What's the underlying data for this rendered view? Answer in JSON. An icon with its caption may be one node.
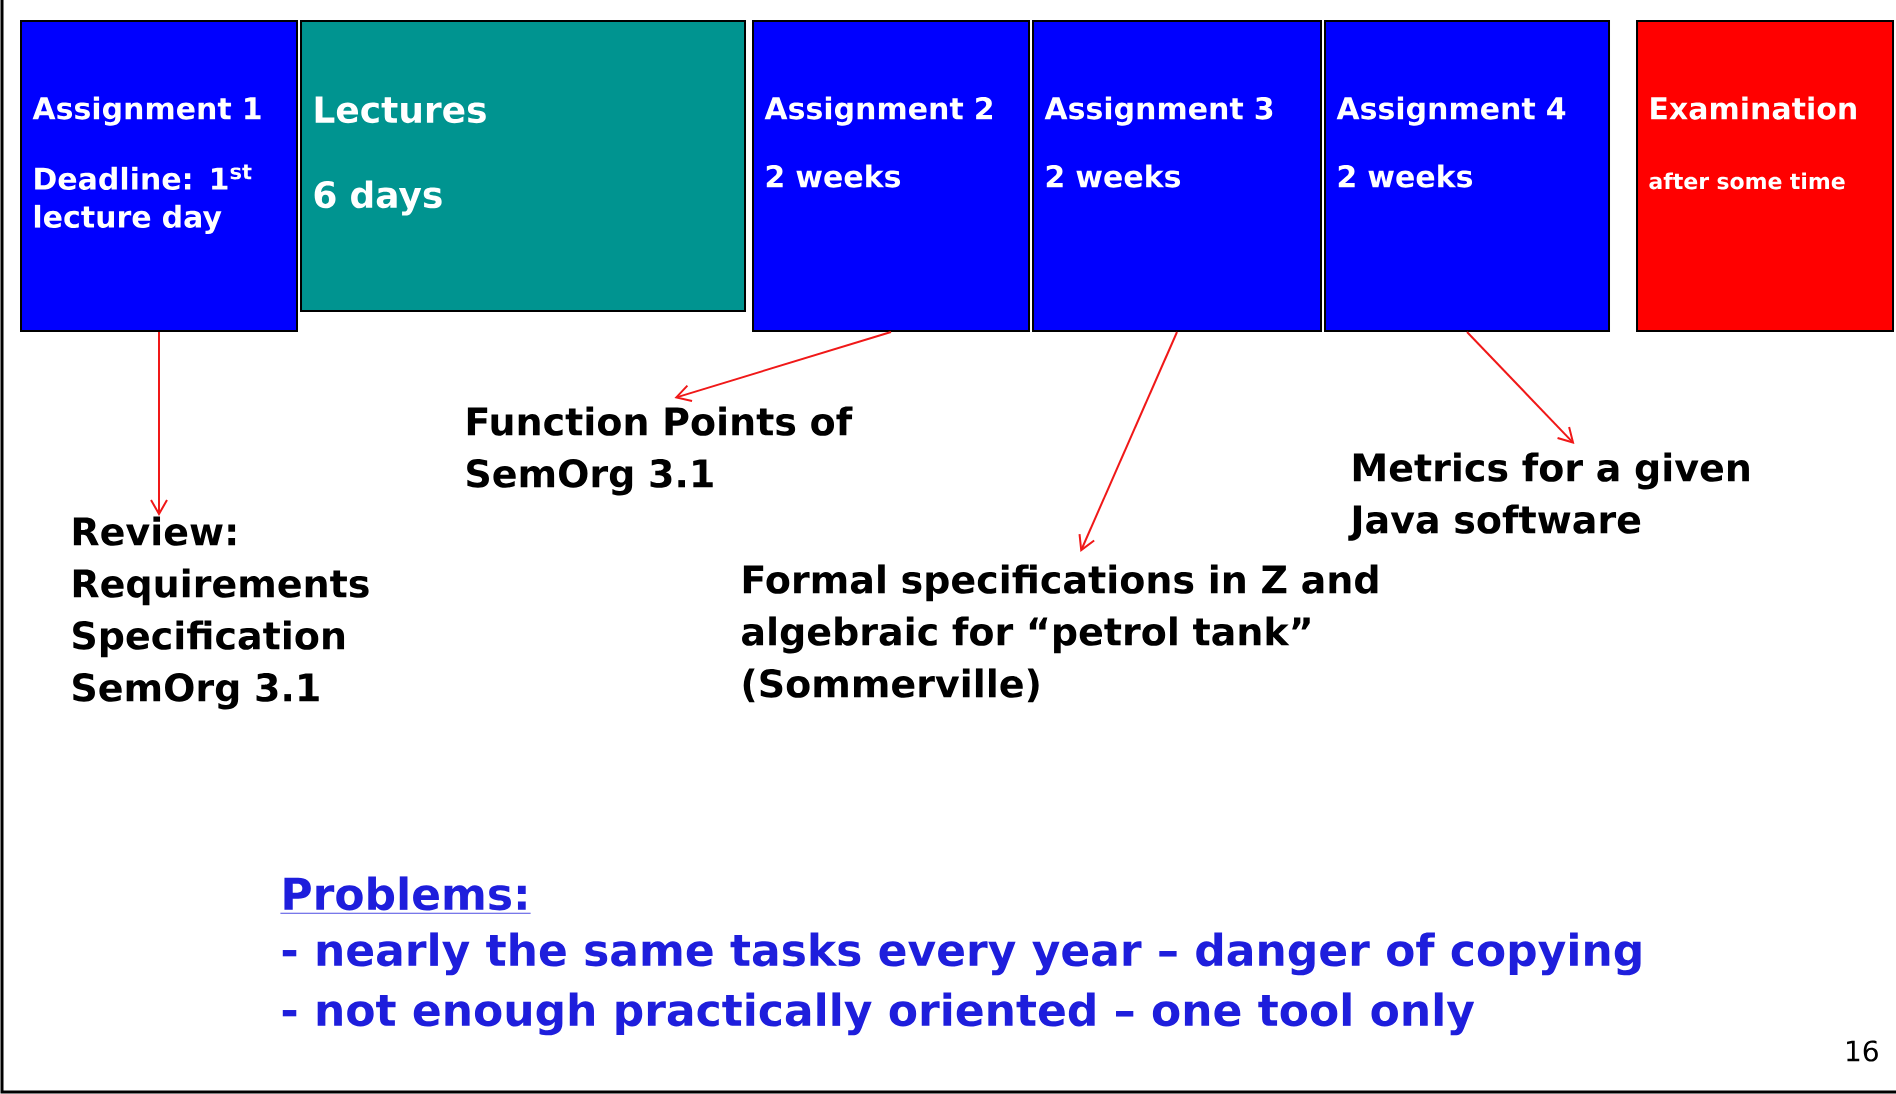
{
  "diagram": {
    "nodes": [
      {
        "text": [
          "Assignment 1",
          "Deadline: 1$^{st}$ lecture day"
        ]
      },
      {
        "text": [
          "Lectures",
          "6 days"
        ]
      },
      {
        "text": [
          "Assignment 2",
          "2 weeks"
        ]
      },
      {
        "text": [
          "Assignment 3",
          "2 weeks"
        ]
      },
      {
        "text": [
          "Assignment 4",
          "2 weeks"
        ]
      },
      {
        "text": [
          "Examination",
          "after some time"
        ]
      },
      {
        "text": [
          "Review: Requirements Specification SemOrg 3.1"
        ]
      },
      {
        "text": [
          "Function Points of SemOrg 3.1"
        ]
      },
      {
        "text": [
          "Formal specifications in Z and algebraic for “petrol tank” (Sommerville)"
        ]
      },
      {
        "text": [
          "Metrics for a given Java software"
        ]
      }
    ],
    "edges": [
      {
        "from": 0,
        "to": 6,
        "arrow": "to"
      },
      {
        "from": 2,
        "to": 7,
        "arrow": "to"
      },
      {
        "from": 3,
        "to": 8,
        "arrow": "to"
      },
      {
        "from": 4,
        "to": 9,
        "arrow": "to"
      }
    ],
    "labels": [
      "Problems:",
      "- **nearly the same tasks every year – danger of copying**",
      "- **not enough practically oriented – one tool only**",
      "16"
    ]
  }
}
